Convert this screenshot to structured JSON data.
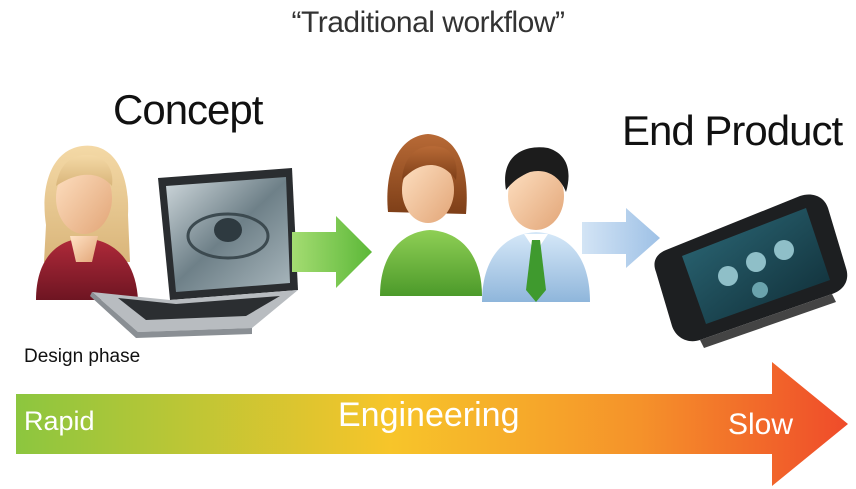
{
  "title": "“Traditional workflow”",
  "stages": {
    "concept": "Concept",
    "end_product": "End Product",
    "design_phase": "Design phase"
  },
  "speed_bar": {
    "rapid": "Rapid",
    "engineering": "Engineering",
    "slow": "Slow"
  },
  "colors": {
    "green_arrow": "#6cc24a",
    "blue_arrow": "#a9c8ea",
    "bar_start": "#8cc63f",
    "bar_mid": "#f7c52a",
    "bar_end": "#ef4b2a"
  },
  "icons": [
    "woman-designer-icon",
    "laptop-icon",
    "woman-engineer-icon",
    "man-engineer-icon",
    "smartphone-icon"
  ]
}
